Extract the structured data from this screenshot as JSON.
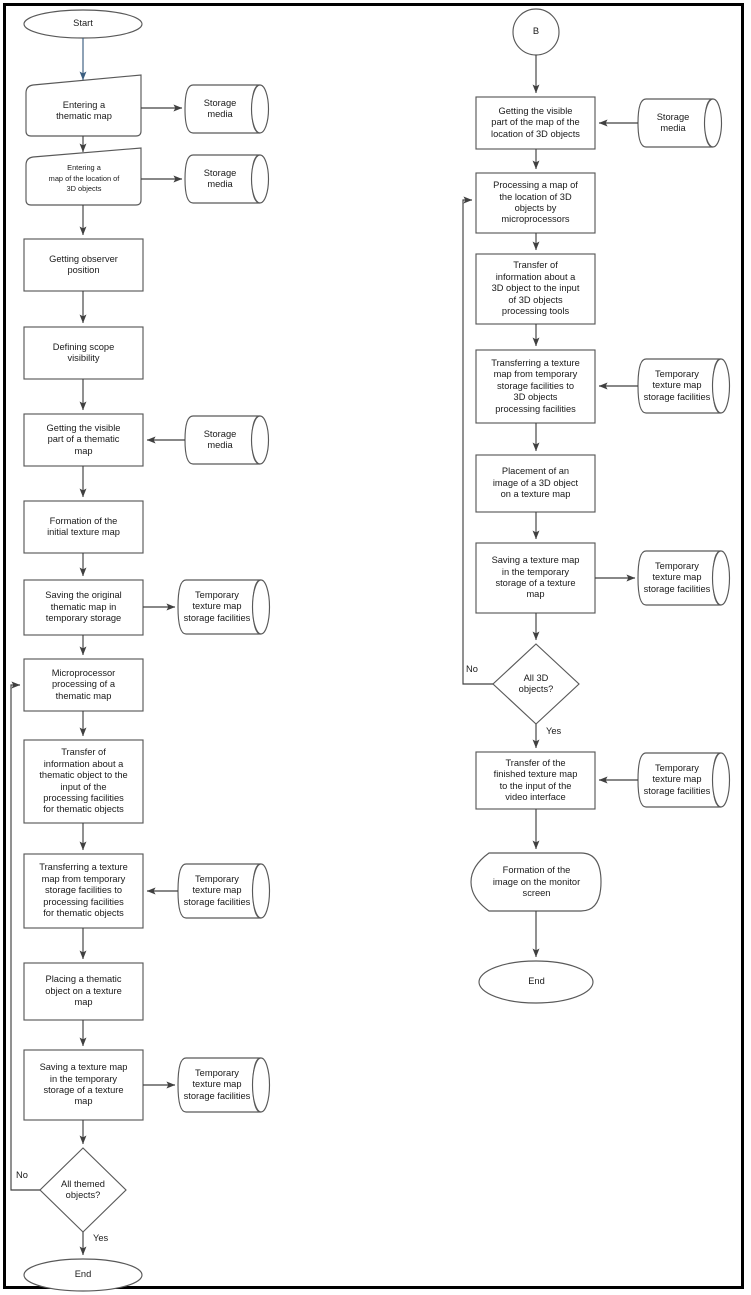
{
  "diagram": {
    "title": "3D visualization rendering pipeline flowchart",
    "colors": {
      "shape_stroke": "#595959",
      "line_stroke": "#404040",
      "fill": "#ffffff",
      "frame": "#000000",
      "text": "#1a1a1a"
    },
    "left_column": {
      "start": "Start",
      "input_thematic_map": "Entering a\nthematic map",
      "storage_media_1": "Storage\nmedia",
      "input_3d_map": "Entering a\nmap of the location of\n3D objects",
      "storage_media_2": "Storage\nmedia",
      "observer_position": "Getting observer\nposition",
      "scope_visibility": "Defining scope\nvisibility",
      "visible_part_thematic": "Getting the visible\npart of a thematic\nmap",
      "storage_media_3": "Storage\nmedia",
      "initial_texture_map": "Formation of the\ninitial texture map",
      "saving_original": "Saving the original\nthematic map in\ntemporary storage",
      "temp_storage_1": "Temporary\ntexture map\nstorage facilities",
      "microprocessor_processing": "Microprocessor\nprocessing of a\nthematic map",
      "transfer_info_thematic": "Transfer of\ninformation about a\nthematic object to the\ninput of the\nprocessing facilities\nfor thematic objects",
      "transferring_texture_thematic": "Transferring a texture\nmap from temporary\nstorage facilities to\nprocessing facilities\nfor thematic objects",
      "temp_storage_2": "Temporary\ntexture map\nstorage facilities",
      "placing_thematic_object": "Placing a thematic\nobject on a texture\nmap",
      "saving_texture_map": "Saving a texture map\nin the temporary\nstorage of a texture\nmap",
      "temp_storage_3": "Temporary\ntexture map\nstorage facilities",
      "decision_all_themed": "All themed\nobjects?",
      "decision_no_label": "No",
      "decision_yes_label": "Yes",
      "end": "End"
    },
    "right_column": {
      "connector_b": "B",
      "visible_part_3d": "Getting the visible\npart of the map of the\nlocation of 3D objects",
      "storage_media_4": "Storage\nmedia",
      "processing_3d_map": "Processing a map of\nthe location of 3D\nobjects by\nmicroprocessors",
      "transfer_info_3d": "Transfer of\ninformation about a\n3D object to the input\nof 3D objects\nprocessing tools",
      "transferring_texture_3d": "Transferring a texture\nmap from temporary\nstorage facilities to\n3D objects\nprocessing facilities",
      "temp_storage_4": "Temporary\ntexture map\nstorage facilities",
      "placement_3d_image": "Placement of an\nimage of a 3D object\non a texture map",
      "saving_texture_map_3d": "Saving a texture map\nin the temporary\nstorage of a texture\nmap",
      "temp_storage_5": "Temporary\ntexture map\nstorage facilities",
      "decision_all_3d": "All 3D\nobjects?",
      "decision_no_label": "No",
      "decision_yes_label": "Yes",
      "transfer_finished_texture": "Transfer of the\nfinished texture map\nto the input of the\nvideo interface",
      "temp_storage_6": "Temporary\ntexture map\nstorage facilities",
      "formation_image_monitor": "Formation of the\nimage on the monitor\nscreen",
      "end": "End"
    }
  }
}
